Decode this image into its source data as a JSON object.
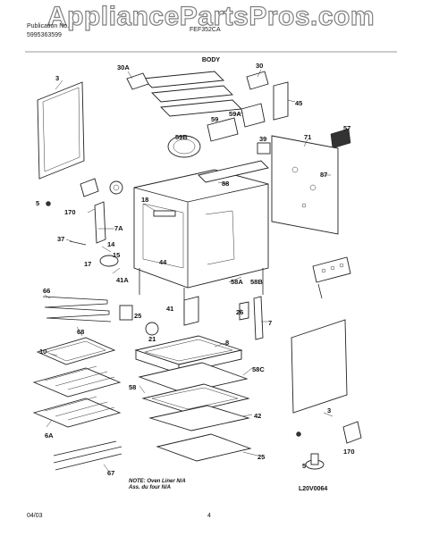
{
  "watermark": "AppliancePartsPros.com",
  "header": {
    "left_line1": "Publication No.",
    "left_line2": "5995363599",
    "model": "FEF352CA",
    "section": "BODY"
  },
  "callouts": [
    "3",
    "30A",
    "30",
    "45",
    "59A",
    "71",
    "57",
    "59B",
    "59",
    "39",
    "88",
    "87",
    "18",
    "5",
    "170",
    "7A",
    "37",
    "14",
    "15",
    "17",
    "44",
    "58A",
    "58B",
    "66",
    "41A",
    "41",
    "26",
    "7",
    "25",
    "21",
    "68",
    "8",
    "10",
    "58C",
    "58",
    "42",
    "6A",
    "25",
    "3",
    "170",
    "5",
    "67"
  ],
  "note_line1": "NOTE: Oven Liner N/A",
  "note_line2": "Ass. du four N/A",
  "diagram_code": "L20V0064",
  "footer": {
    "date": "04/03",
    "page": "4"
  }
}
